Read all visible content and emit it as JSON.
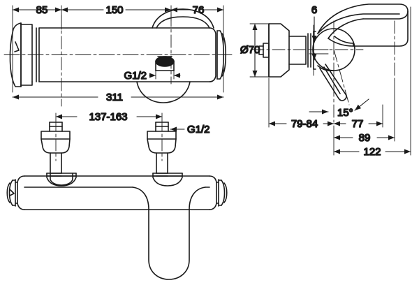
{
  "drawing": {
    "title": "Bath mixer tap technical dimension drawing",
    "background_color": "#ffffff",
    "line_color": "#1a1a1a",
    "units": "mm"
  },
  "views": {
    "top_left": {
      "name": "front-elevation-view",
      "dimensions": {
        "seg_85": "85",
        "seg_150": "150",
        "seg_76": "76",
        "thread_label": "G1/2",
        "total": "311"
      }
    },
    "bottom_left": {
      "name": "plan-view",
      "dimensions": {
        "centre_distance": "137-163",
        "thread_label": "G1/2"
      }
    },
    "right": {
      "name": "side-elevation-view",
      "dimensions": {
        "diameter": "Ø70",
        "offset_6": "6",
        "angle": "15°",
        "wall_depth": "79-84",
        "depth_77": "77",
        "depth_89": "89",
        "depth_122": "122"
      }
    }
  }
}
